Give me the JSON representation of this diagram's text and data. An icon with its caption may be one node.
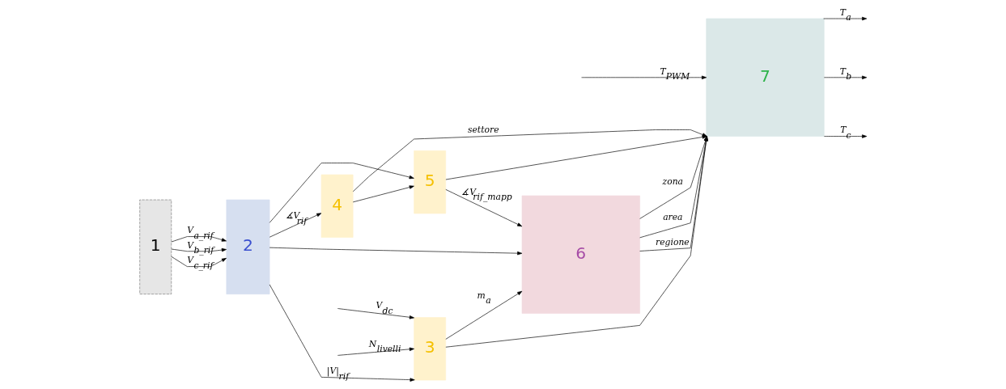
{
  "diagram": {
    "nodes": [
      {
        "text": [
          "1"
        ]
      },
      {
        "text": [
          "2"
        ]
      },
      {
        "text": [
          "3"
        ]
      },
      {
        "text": [
          "4"
        ]
      },
      {
        "text": [
          "5"
        ]
      },
      {
        "text": [
          "6"
        ]
      },
      {
        "text": [
          "7"
        ]
      }
    ],
    "edges": [
      {
        "from": 0,
        "to": 1,
        "arrow": "to",
        "label": "V$_{a_rif}$"
      },
      {
        "from": 0,
        "to": 1,
        "arrow": "to",
        "label": "V$_{b_rif}$"
      },
      {
        "from": 0,
        "to": 1,
        "arrow": "to",
        "label": "V$_{c_rif}$"
      },
      {
        "from": null,
        "to": 2,
        "arrow": "to",
        "label": "V$_{dc}$"
      },
      {
        "from": null,
        "to": 2,
        "arrow": "to",
        "label": "N$_{livelli}$"
      },
      {
        "from": 1,
        "to": 2,
        "arrow": "to",
        "label": "|V|$_{rif}$"
      },
      {
        "from": 1,
        "to": 5,
        "arrow": "to"
      },
      {
        "from": 1,
        "to": 3,
        "arrow": "to",
        "label": "∡V$_{rif}$"
      },
      {
        "from": 1,
        "to": 4,
        "arrow": "to"
      },
      {
        "from": 2,
        "to": 5,
        "arrow": "to",
        "label": "m$_{a}$"
      },
      {
        "from": 2,
        "to": 6,
        "arrow": "to"
      },
      {
        "from": 3,
        "to": 6,
        "arrow": "to",
        "label": "settore"
      },
      {
        "from": 3,
        "to": 4,
        "arrow": "to"
      },
      {
        "from": 4,
        "to": 5,
        "arrow": "to",
        "label": "∡V$_{rif_mapp}$"
      },
      {
        "from": 4,
        "to": 6,
        "arrow": "to"
      },
      {
        "from": 5,
        "to": 6,
        "arrow": "to",
        "label": "zona"
      },
      {
        "from": 5,
        "to": 6,
        "arrow": "to",
        "label": "area"
      },
      {
        "from": 5,
        "to": 6,
        "arrow": "to",
        "label": "regione"
      },
      {
        "from": null,
        "to": 6,
        "arrow": "to",
        "label": "T$_{PWM}$"
      },
      {
        "from": 6,
        "to": null,
        "arrow": "to",
        "label": "T$_{a}$"
      },
      {
        "from": 6,
        "to": null,
        "arrow": "to",
        "label": "T$_{b}$"
      },
      {
        "from": 6,
        "to": null,
        "arrow": "to",
        "label": "T$_{c}$"
      }
    ]
  }
}
